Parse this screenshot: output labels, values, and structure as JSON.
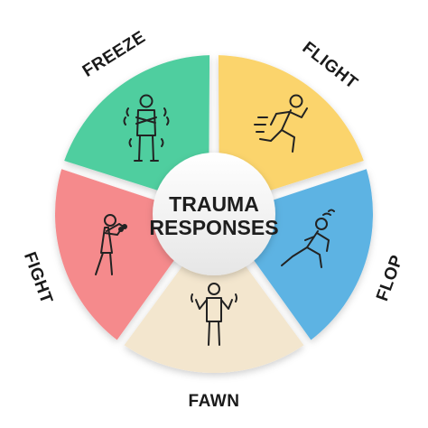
{
  "center": {
    "title_line1": "TRAUMA",
    "title_line2": "RESPONSES"
  },
  "segments": [
    {
      "label": "FREEZE",
      "color": "#4fce9f",
      "icon": "freeze-figure-icon"
    },
    {
      "label": "FLIGHT",
      "color": "#fbd46c",
      "icon": "running-figure-icon"
    },
    {
      "label": "FLOP",
      "color": "#5db3e3",
      "icon": "collapsing-figure-icon"
    },
    {
      "label": "FAWN",
      "color": "#f3e6ce",
      "icon": "shrugging-figure-icon"
    },
    {
      "label": "FIGHT",
      "color": "#f58a8c",
      "icon": "boxing-figure-icon"
    }
  ],
  "colors": {
    "center_circle": "#f2f2f2",
    "text": "#1a1a1a"
  }
}
